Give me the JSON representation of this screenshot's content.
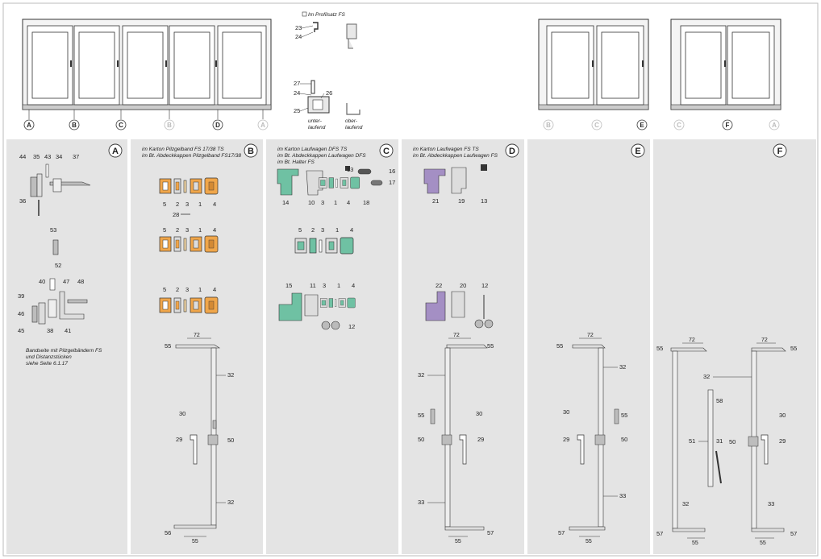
{
  "top": {
    "profile_legend": "Im Profilsatz FS",
    "unter_laufend": "unter-",
    "unter_laufend_2": "laufend",
    "ober_laufend": "ober-",
    "ober_laufend_2": "laufend",
    "profile_numbers": {
      "n23": "23",
      "n24a": "24",
      "n27": "27",
      "n24b": "24",
      "n25": "25",
      "n26": "26"
    },
    "elev1_letters": [
      "A",
      "B",
      "C",
      "B",
      "D",
      "A"
    ],
    "elev2_letters": [
      "B",
      "C",
      "E"
    ],
    "elev3_letters": [
      "C",
      "F",
      "A"
    ]
  },
  "panels": {
    "A": {
      "letter": "A",
      "note_1": "Bandseite mit Pilzgelbändern FS",
      "note_2": "und Distanzstücken",
      "note_3": "siehe Seite 6.1.17",
      "nums": {
        "n44": "44",
        "n35": "35",
        "n43": "43",
        "n34": "34",
        "n37": "37",
        "n36": "36",
        "n53": "53",
        "n52": "52",
        "n40": "40",
        "n47": "47",
        "n48": "48",
        "n39": "39",
        "n46": "46",
        "n45": "45",
        "n38": "38",
        "n41": "41"
      }
    },
    "B": {
      "letter": "B",
      "legend_1": "im Karton Pilzgelband FS 17/38 TS",
      "legend_2": "im Bt. Abdeckkappen Pilzgelband FS17/38",
      "row_labels": [
        "5",
        "2",
        "3",
        "1",
        "4"
      ],
      "n28": "28",
      "dims": {
        "d72": "72",
        "d55": "55"
      },
      "nums": {
        "n55": "55",
        "n32a": "32",
        "n30": "30",
        "n29": "29",
        "n50": "50",
        "n32b": "32",
        "n56": "56"
      }
    },
    "C": {
      "letter": "C",
      "legend_1": "im Karton Laufwagen DFS TS",
      "legend_2": "im Bt. Abdeckkappen Laufwagen DFS",
      "legend_3": "im Bt. Halter FS",
      "row1_labels": [
        "14",
        "10",
        "3",
        "1",
        "4",
        "18"
      ],
      "row2_labels": [
        "5",
        "2",
        "3",
        "1",
        "4"
      ],
      "row3_labels": [
        "15",
        "11",
        "3",
        "1",
        "4"
      ],
      "nums": {
        "n13": "13",
        "n16": "16",
        "n17": "17",
        "n12": "12"
      }
    },
    "D": {
      "letter": "D",
      "legend_1": "im Karton Laufwagen FS TS",
      "legend_2": "im Bt. Abdeckkappen Laufwagen FS",
      "nums": {
        "n21": "21",
        "n19": "19",
        "n13": "13",
        "n22": "22",
        "n20": "20",
        "n12": "12",
        "n55a": "55",
        "n32": "32",
        "n55b": "55",
        "n30": "30",
        "n50": "50",
        "n29": "29",
        "n33": "33",
        "n57": "57"
      },
      "dims": {
        "d72": "72",
        "d55": "55"
      }
    },
    "E": {
      "letter": "E",
      "nums": {
        "n55a": "55",
        "n32": "32",
        "n30": "30",
        "n55b": "55",
        "n29": "29",
        "n50": "50",
        "n33": "33",
        "n57": "57"
      },
      "dims": {
        "d72": "72",
        "d55": "55"
      }
    },
    "F": {
      "letter": "F",
      "nums": {
        "n55a": "55",
        "n55b": "55",
        "n32a": "32",
        "n58": "58",
        "n51": "51",
        "n31": "31",
        "n50": "50",
        "n30": "30",
        "n29": "29",
        "n32b": "32",
        "n33": "33",
        "n57a": "57",
        "n57b": "57"
      },
      "dims": {
        "d72a": "72",
        "d72b": "72",
        "d55a": "55",
        "d55b": "55"
      }
    }
  },
  "colors": {
    "panel_bg": "#e4e4e4",
    "orange": "#f0a64a",
    "green": "#6fc1a3",
    "purple": "#a48fc4",
    "grey_part": "#bdbdbd",
    "line": "#333333"
  }
}
